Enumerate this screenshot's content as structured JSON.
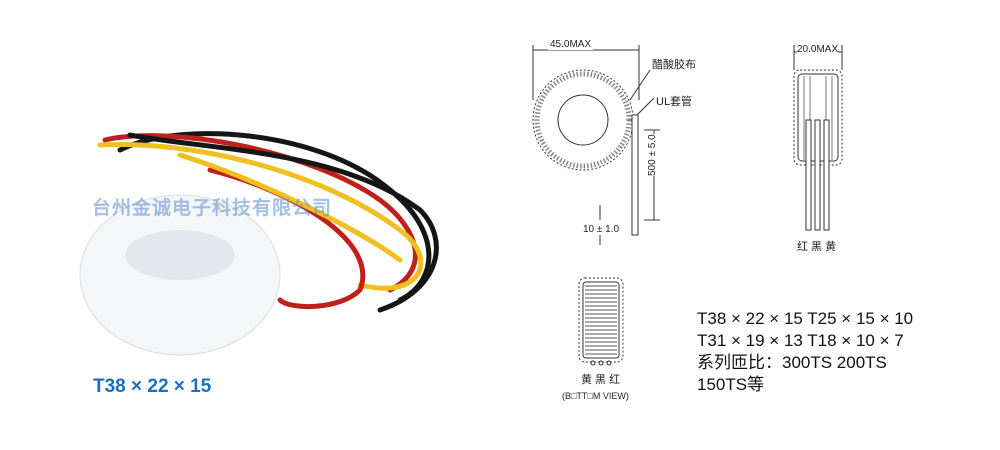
{
  "photo": {
    "caption": "T38 × 22 × 15",
    "watermark": "台州金诚电子科技有限公司"
  },
  "top_view": {
    "width_dim": "45.0MAX",
    "tape_label": "醋酸胶布",
    "sleeve_label": "UL套管",
    "lead_length": "500 ± 5.0",
    "strip_length": "10 ± 1.0"
  },
  "side_view": {
    "width_dim": "20.0MAX",
    "lead_colors": "红 黑 黄"
  },
  "bottom_view": {
    "lead_colors": "黄 黑 红",
    "label": "(B□TT□M VIEW)"
  },
  "specs": {
    "line1": "T38 × 22 × 15  T25 × 15 × 10",
    "line2": "T31 × 19 × 13  T18 × 10 × 7",
    "line3": "系列匝比：300TS 200TS",
    "line4": "150TS等"
  },
  "colors": {
    "caption": "#1a6fc0",
    "wire_red": "#c0201c",
    "wire_yellow": "#f0c020",
    "wire_black": "#151515"
  }
}
